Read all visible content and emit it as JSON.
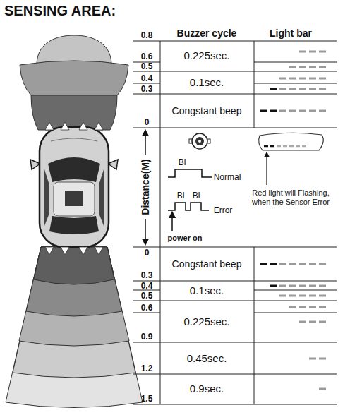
{
  "diagram": {
    "title": "SENSING AREA:",
    "labels": [
      "Buzzer cycle",
      "Light bar",
      "0.8",
      "0.6",
      "0.5",
      "0.4",
      "0.3",
      "0.225sec.",
      "0.1sec.",
      "Congstant beep",
      "0",
      "Bi",
      "Normal",
      "Bi",
      "Bi",
      "Error",
      "power on",
      "Distance(M)",
      "Red light will Flashing, when the Sensor Error",
      "0",
      "0.3",
      "0.4",
      "0.5",
      "0.6",
      "Congstant beep",
      "0.1sec.",
      "0.225sec.",
      "0.9",
      "0.45sec.",
      "1.2",
      "0.9sec.",
      "1.5"
    ]
  }
}
